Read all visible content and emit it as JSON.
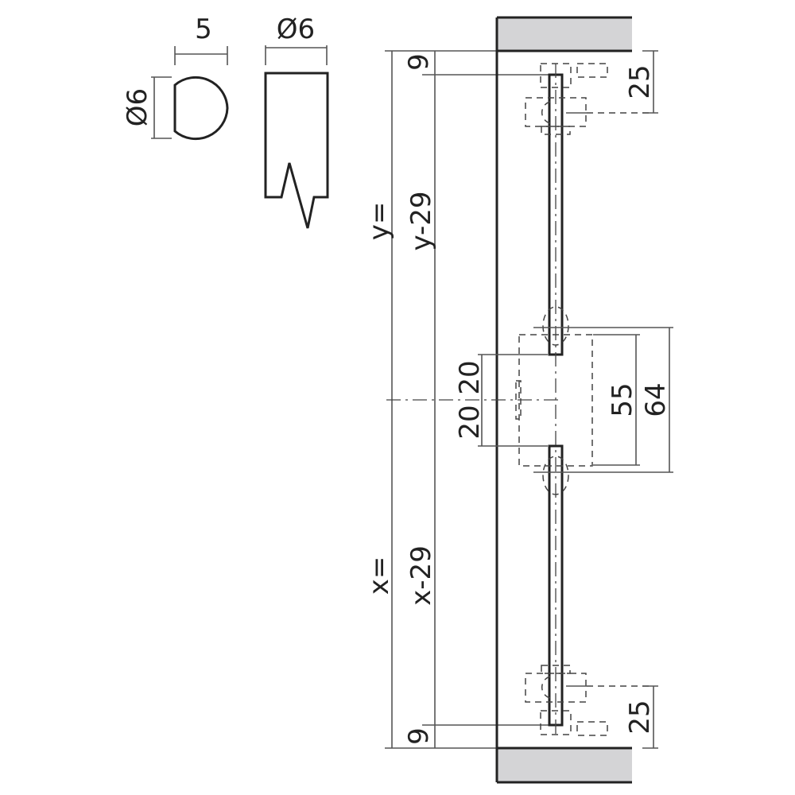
{
  "drawing": {
    "profile_detail": {
      "width_label": "5",
      "diameter_label": "Ø6"
    },
    "rod_detail": {
      "diameter_label": "Ø6"
    },
    "overall": {
      "y_label": "y=",
      "y_minus_label": "y-29",
      "x_label": "x=",
      "x_minus_label": "x-29",
      "top_offset_label": "9",
      "bottom_offset_label": "9",
      "top_bracket_label": "25",
      "bottom_bracket_label": "25",
      "gap_upper_label": "20",
      "gap_lower_label": "20",
      "inner_height_label": "55",
      "outer_height_label": "64"
    },
    "colors": {
      "line": "#222222",
      "fill_gray": "#d4d4d6"
    }
  }
}
